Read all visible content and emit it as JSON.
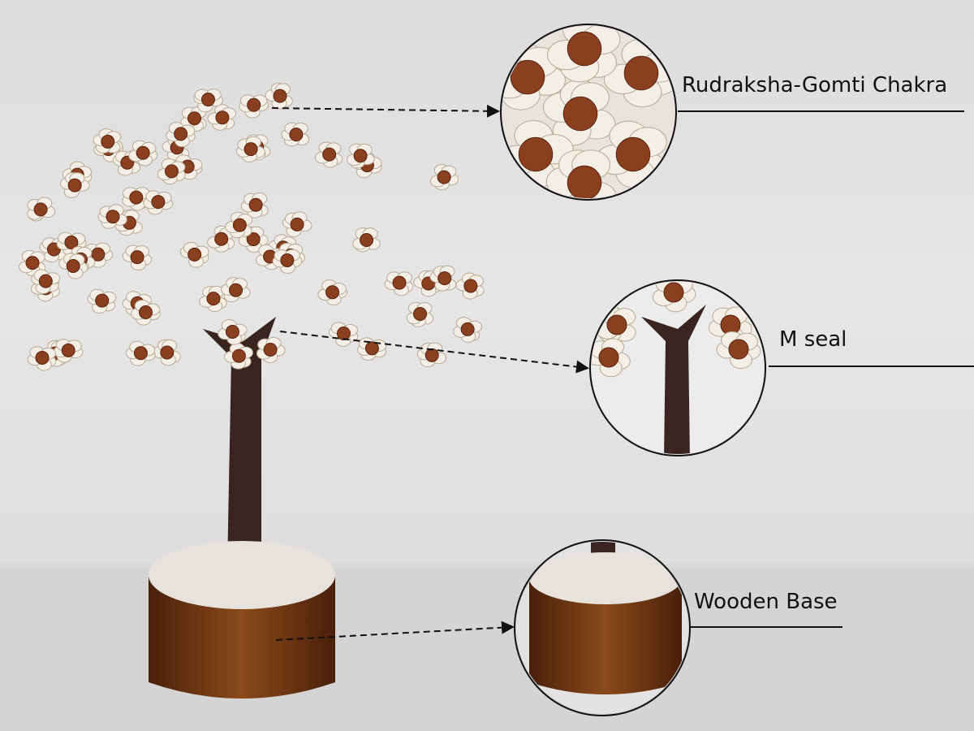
{
  "callouts": [
    {
      "label": "Rudraksha-Gomti Chakra"
    },
    {
      "label": "M seal"
    },
    {
      "label": "Wooden Base"
    }
  ],
  "colors": {
    "shell": "#f4efe6",
    "bead": "#8a3f1f",
    "trunk": "#3a2420",
    "wood": "#7a3a12",
    "line": "#111111"
  }
}
